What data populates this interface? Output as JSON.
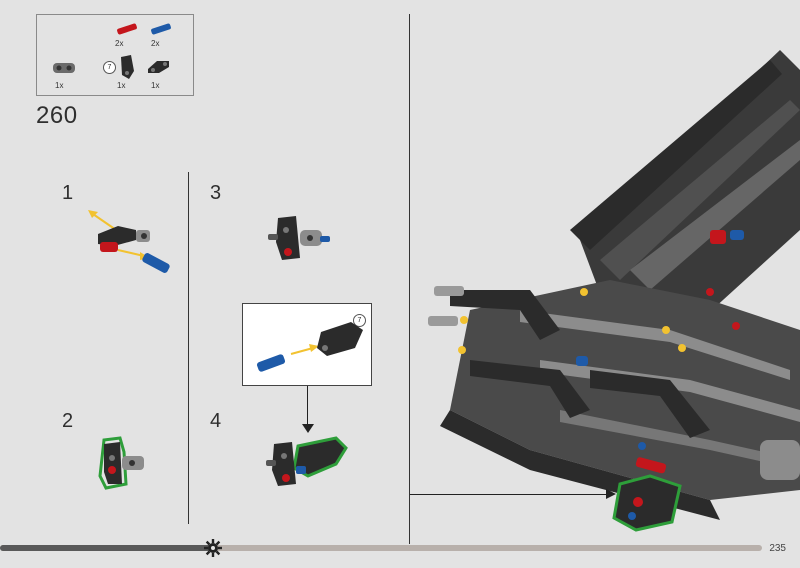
{
  "parts_list": {
    "items": [
      {
        "qty": "2x",
        "icon": "red-axle-pin-icon",
        "color": "#c4161c"
      },
      {
        "qty": "2x",
        "icon": "blue-axle-pin-icon",
        "color": "#1e5aa8"
      },
      {
        "qty": "1x",
        "icon": "gray-connector-icon",
        "color": "#6b6b6b"
      },
      {
        "qty": "1x",
        "icon": "black-panel-icon",
        "color": "#2b2b2b",
        "size_label": "7"
      },
      {
        "qty": "1x",
        "icon": "black-connector-icon",
        "color": "#2b2b2b"
      }
    ]
  },
  "step": {
    "number": "260"
  },
  "substeps": [
    {
      "label": "1"
    },
    {
      "label": "2"
    },
    {
      "label": "3"
    },
    {
      "label": "4"
    }
  ],
  "callout": {
    "size_label": "7"
  },
  "footer": {
    "page_number": "235",
    "progress": 0.28
  },
  "colors": {
    "background": "#e3e3e3",
    "highlight_green": "#2e9e3a",
    "arrow_yellow": "#f2c230",
    "lego_red": "#c4161c",
    "lego_blue": "#1e5aa8",
    "lego_black": "#2b2b2b",
    "lego_gray": "#8c8c8c"
  }
}
